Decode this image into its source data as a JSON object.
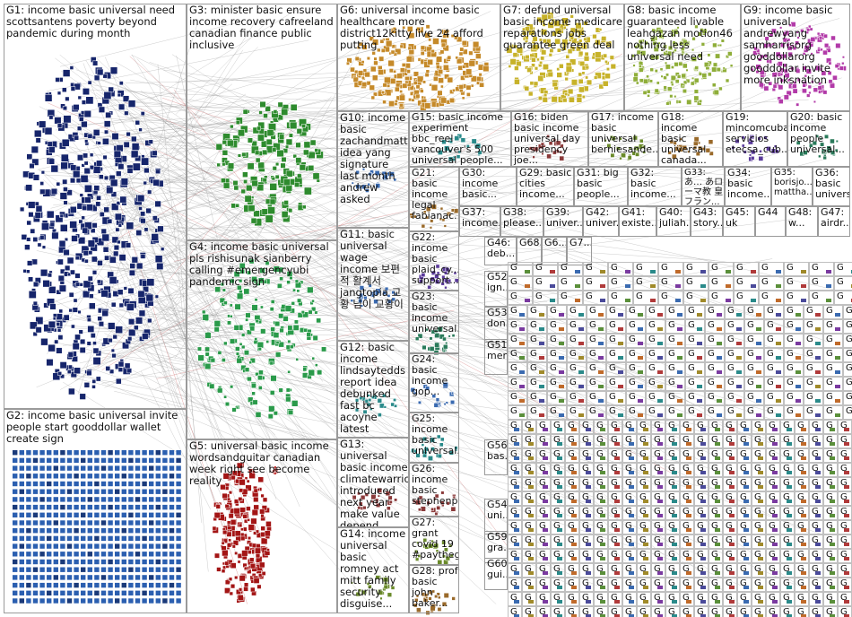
{
  "groups": [
    {
      "id": "G1",
      "text": "G1: income basic universal need scottsantens poverty beyond pandemic during month"
    },
    {
      "id": "G2",
      "text": "G2: income basic universal invite people start gooddollar wallet create sign"
    },
    {
      "id": "G3",
      "text": "G3: minister basic ensure income recovery cafreeland canadian finance public inclusive"
    },
    {
      "id": "G4",
      "text": "G4: income basic universal pls rishisunak sianberry calling #emergencyubi pandemic sign"
    },
    {
      "id": "G5",
      "text": "G5: universal basic income wordsandguitar canadian week right see become reality"
    },
    {
      "id": "G6",
      "text": "G6: universal income basic healthcare more district12kitty live 24 afford putting"
    },
    {
      "id": "G7",
      "text": "G7: defund universal basic income medicare reparations jobs guarantee green deal"
    },
    {
      "id": "G8",
      "text": "G8: basic income guaranteed livable leahgazan motion46 nothing less universal need"
    },
    {
      "id": "G9",
      "text": "G9: income basic universal andrewyang samharrisorg gooddollarorg gooddollar invite more inksnation"
    },
    {
      "id": "G10",
      "text": "G10: income basic zachandmatt... idea yang signature last month andrew asked"
    },
    {
      "id": "G11",
      "text": "G11: basic universal wage income 보편적 활계서 jangtopia 교황 님이 교황이"
    },
    {
      "id": "G12",
      "text": "G12: basic income lindsaytedds report idea debunked fast bc acoyne latest"
    },
    {
      "id": "G13",
      "text": "G13: universal basic income climatewarrio... introduced next year make value depend"
    },
    {
      "id": "G14",
      "text": "G14: income universal basic romney act mitt family security disguise..."
    },
    {
      "id": "G15",
      "text": "G15: basic income experiment bbc_reel vancouver's 500 universal people..."
    },
    {
      "id": "G16",
      "text": "G16: biden basic income universal day presidency joe..."
    },
    {
      "id": "G17",
      "text": "G17: income basic universal berniesande..."
    },
    {
      "id": "G18",
      "text": "G18: income basic universal canada..."
    },
    {
      "id": "G19",
      "text": "G19: mincomcuba servicios etecsa_cub..."
    },
    {
      "id": "G20",
      "text": "G20: basic income people universal..."
    },
    {
      "id": "G21",
      "text": "G21: basic income legal fabianac..."
    },
    {
      "id": "G22",
      "text": "G22: income basic plaid_cy... support..."
    },
    {
      "id": "G23",
      "text": "G23: basic income universal..."
    },
    {
      "id": "G24",
      "text": "G24: basic income gop..."
    },
    {
      "id": "G25",
      "text": "G25: income basic universal..."
    },
    {
      "id": "G26",
      "text": "G26: income basic stephenp..."
    },
    {
      "id": "G27",
      "text": "G27: grant covid 19 #paytheg..."
    },
    {
      "id": "G28",
      "text": "G28: prof basic john baker..."
    },
    {
      "id": "G29",
      "text": "G29: basic cities income..."
    },
    {
      "id": "G30",
      "text": "G30: income basic..."
    },
    {
      "id": "G31",
      "text": "G31: big basic people..."
    },
    {
      "id": "G32",
      "text": "G32: basic income..."
    },
    {
      "id": "G33",
      "text": "G33: あ… あローマ教 皇フラン..."
    },
    {
      "id": "G34",
      "text": "G34: basic income..."
    },
    {
      "id": "G35",
      "text": "G35: borisjo... mattha..."
    },
    {
      "id": "G36",
      "text": "G36: basic universal..."
    },
    {
      "id": "G37",
      "text": "G37: income..."
    },
    {
      "id": "G38",
      "text": "G38: please..."
    },
    {
      "id": "G39",
      "text": "G39: univer..."
    },
    {
      "id": "G40",
      "text": "G40: juliah..."
    },
    {
      "id": "G41",
      "text": "G41: existe..."
    },
    {
      "id": "G42",
      "text": "G42: univer..."
    },
    {
      "id": "G43",
      "text": "G43: story..."
    },
    {
      "id": "G44",
      "text": "G44"
    },
    {
      "id": "G45",
      "text": "G45: uk"
    },
    {
      "id": "G46",
      "text": "G46: deb..."
    },
    {
      "id": "G47",
      "text": "G47: airdr..."
    },
    {
      "id": "G48",
      "text": "G48: w..."
    },
    {
      "id": "G51",
      "text": "G51: mer..."
    },
    {
      "id": "G52",
      "text": "G52: ign..."
    },
    {
      "id": "G53",
      "text": "G53: don..."
    },
    {
      "id": "G54",
      "text": "G54: uni..."
    },
    {
      "id": "G56",
      "text": "G56: bas..."
    },
    {
      "id": "G59",
      "text": "G59: gra..."
    },
    {
      "id": "G60",
      "text": "G60: gui..."
    },
    {
      "id": "G66",
      "text": "G6..."
    },
    {
      "id": "G68",
      "text": "G68..."
    },
    {
      "id": "G7x",
      "text": "G7..."
    }
  ],
  "small_cell_label": "G",
  "colors": {
    "panel_border": "#9a9a9a",
    "edge": "#8c8c8c",
    "edge_red": "#c23a3a",
    "g1_node": "#16256b",
    "g2_node": "#2b5fb0",
    "g3_node": "#2e8b2e",
    "g4_node": "#2a9a4a",
    "g5_node": "#a31515",
    "g6_node": "#c58a2a",
    "g7_node": "#c7b22a",
    "g8_node": "#8fae3a",
    "g9_node": "#b23aa8"
  }
}
